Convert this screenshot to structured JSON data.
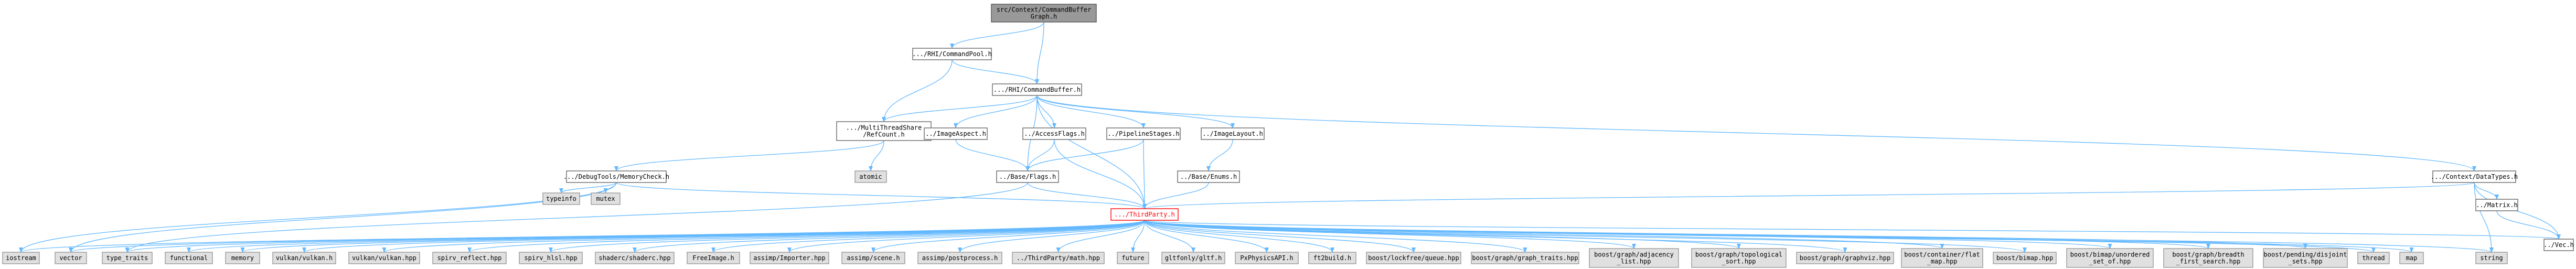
{
  "graph": {
    "root": "src/Context/CommandBuffer\nGraph.h",
    "nodes": {
      "root": {
        "label": "src/Context/CommandBuffer\nGraph.h",
        "style": "root"
      },
      "cmdpool": {
        "label": ".../RHI/CommandPool.h",
        "style": "doc"
      },
      "cmdbuffer": {
        "label": ".../RHI/CommandBuffer.h",
        "style": "doc"
      },
      "multithread": {
        "label": ".../MultiThreadShare\n/RefCount.h",
        "style": "doc"
      },
      "imageaspect": {
        "label": "../ImageAspect.h",
        "style": "doc"
      },
      "accessflags": {
        "label": "../AccessFlags.h",
        "style": "doc"
      },
      "pipelinestages": {
        "label": "../PipelineStages.h",
        "style": "doc"
      },
      "imagelayout": {
        "label": "../ImageLayout.h",
        "style": "doc"
      },
      "contextdatatypes": {
        "label": ".../Context/DataTypes.h",
        "style": "doc"
      },
      "memorycheck": {
        "label": ".../DebugTools/MemoryCheck.h",
        "style": "doc"
      },
      "atomic": {
        "label": "atomic",
        "style": "sys"
      },
      "baseflags": {
        "label": "../Base/Flags.h",
        "style": "doc"
      },
      "baseenum": {
        "label": "../Base/Enums.h",
        "style": "doc"
      },
      "matrix": {
        "label": "../Matrix.h",
        "style": "doc"
      },
      "typeinfo": {
        "label": "typeinfo",
        "style": "sys"
      },
      "mutex": {
        "label": "mutex",
        "style": "sys"
      },
      "thirdparty": {
        "label": ".../ThirdParty.h",
        "style": "highlight"
      },
      "vech": {
        "label": "../Vec.h",
        "style": "doc"
      },
      "iostream": {
        "label": "iostream",
        "style": "sys"
      },
      "vector": {
        "label": "vector",
        "style": "sys"
      },
      "type_traits": {
        "label": "type_traits",
        "style": "sys"
      },
      "functional": {
        "label": "functional",
        "style": "sys"
      },
      "memory": {
        "label": "memory",
        "style": "sys"
      },
      "vulkan_h": {
        "label": "vulkan/vulkan.h",
        "style": "sys"
      },
      "vulkan_hpp": {
        "label": "vulkan/vulkan.hpp",
        "style": "sys"
      },
      "spirv_reflect": {
        "label": "spirv_reflect.hpp",
        "style": "sys"
      },
      "spirv_hlsl": {
        "label": "spirv_hlsl.hpp",
        "style": "sys"
      },
      "shaderc": {
        "label": "shaderc/shaderc.hpp",
        "style": "sys"
      },
      "freeimage": {
        "label": "FreeImage.h",
        "style": "sys"
      },
      "assimp_importer": {
        "label": "assimp/Importer.hpp",
        "style": "sys"
      },
      "assimp_scene": {
        "label": "assimp/scene.h",
        "style": "sys"
      },
      "assimp_post": {
        "label": "assimp/postprocess.h",
        "style": "sys"
      },
      "thirdparty_math": {
        "label": "../ThirdParty/math.hpp",
        "style": "sys"
      },
      "future": {
        "label": "future",
        "style": "sys"
      },
      "pbrhyper": {
        "label": "gltfonly/gltf.h",
        "style": "sys"
      },
      "pxphysics": {
        "label": "PxPhysicsAPI.h",
        "style": "sys"
      },
      "ft2build": {
        "label": "ft2build.h",
        "style": "sys"
      },
      "lockfree": {
        "label": "boost/lockfree/queue.hpp",
        "style": "sys"
      },
      "graph_traits": {
        "label": "boost/graph/graph_traits.hpp",
        "style": "sys"
      },
      "adjacency": {
        "label": "boost/graph/adjacency\n_list.hpp",
        "style": "sys"
      },
      "topological": {
        "label": "boost/graph/topological\n_sort.hpp",
        "style": "sys"
      },
      "graphviz": {
        "label": "boost/graph/graphviz.hpp",
        "style": "sys"
      },
      "flatmap": {
        "label": "boost/container/flat\n_map.hpp",
        "style": "sys"
      },
      "bimap": {
        "label": "boost/bimap.hpp",
        "style": "sys"
      },
      "unordered_set_of": {
        "label": "boost/bimap/unordered\n_set_of.hpp",
        "style": "sys"
      },
      "bfs": {
        "label": "boost/graph/breadth\n_first_search.hpp",
        "style": "sys"
      },
      "disjoint": {
        "label": "boost/pending/disjoint\n_sets.hpp",
        "style": "sys"
      },
      "thread": {
        "label": "thread",
        "style": "sys"
      },
      "map": {
        "label": "map",
        "style": "sys"
      },
      "string": {
        "label": "string",
        "style": "sys"
      }
    },
    "edges": [
      [
        "root",
        "cmdpool"
      ],
      [
        "root",
        "cmdbuffer"
      ],
      [
        "cmdpool",
        "multithread"
      ],
      [
        "cmdpool",
        "cmdbuffer"
      ],
      [
        "cmdbuffer",
        "multithread"
      ],
      [
        "cmdbuffer",
        "imageaspect"
      ],
      [
        "cmdbuffer",
        "accessflags"
      ],
      [
        "cmdbuffer",
        "pipelinestages"
      ],
      [
        "cmdbuffer",
        "imagelayout"
      ],
      [
        "cmdbuffer",
        "contextdatatypes"
      ],
      [
        "cmdbuffer",
        "baseflags"
      ],
      [
        "cmdbuffer",
        "thirdparty"
      ],
      [
        "multithread",
        "memorycheck"
      ],
      [
        "multithread",
        "atomic"
      ],
      [
        "imageaspect",
        "baseflags"
      ],
      [
        "accessflags",
        "baseflags"
      ],
      [
        "accessflags",
        "thirdparty"
      ],
      [
        "pipelinestages",
        "baseflags"
      ],
      [
        "pipelinestages",
        "thirdparty"
      ],
      [
        "imagelayout",
        "baseenum"
      ],
      [
        "baseenum",
        "thirdparty"
      ],
      [
        "memorycheck",
        "typeinfo"
      ],
      [
        "memorycheck",
        "mutex"
      ],
      [
        "memorycheck",
        "thirdparty"
      ],
      [
        "memorycheck",
        "iostream"
      ],
      [
        "memorycheck",
        "vector"
      ],
      [
        "baseflags",
        "thirdparty"
      ],
      [
        "baseflags",
        "type_traits"
      ],
      [
        "contextdatatypes",
        "thirdparty"
      ],
      [
        "contextdatatypes",
        "matrix"
      ],
      [
        "contextdatatypes",
        "vech"
      ],
      [
        "contextdatatypes",
        "string"
      ],
      [
        "matrix",
        "vech"
      ],
      [
        "thirdparty",
        "iostream"
      ],
      [
        "thirdparty",
        "vector"
      ],
      [
        "thirdparty",
        "type_traits"
      ],
      [
        "thirdparty",
        "functional"
      ],
      [
        "thirdparty",
        "memory"
      ],
      [
        "thirdparty",
        "vulkan_h"
      ],
      [
        "thirdparty",
        "vulkan_hpp"
      ],
      [
        "thirdparty",
        "spirv_reflect"
      ],
      [
        "thirdparty",
        "spirv_hlsl"
      ],
      [
        "thirdparty",
        "shaderc"
      ],
      [
        "thirdparty",
        "freeimage"
      ],
      [
        "thirdparty",
        "assimp_importer"
      ],
      [
        "thirdparty",
        "assimp_scene"
      ],
      [
        "thirdparty",
        "assimp_post"
      ],
      [
        "thirdparty",
        "thirdparty_math"
      ],
      [
        "thirdparty",
        "future"
      ],
      [
        "thirdparty",
        "pbrhyper"
      ],
      [
        "thirdparty",
        "pxphysics"
      ],
      [
        "thirdparty",
        "ft2build"
      ],
      [
        "thirdparty",
        "lockfree"
      ],
      [
        "thirdparty",
        "graph_traits"
      ],
      [
        "thirdparty",
        "adjacency"
      ],
      [
        "thirdparty",
        "topological"
      ],
      [
        "thirdparty",
        "graphviz"
      ],
      [
        "thirdparty",
        "flatmap"
      ],
      [
        "thirdparty",
        "bimap"
      ],
      [
        "thirdparty",
        "unordered_set_of"
      ],
      [
        "thirdparty",
        "bfs"
      ],
      [
        "thirdparty",
        "disjoint"
      ],
      [
        "thirdparty",
        "thread"
      ],
      [
        "thirdparty",
        "map"
      ],
      [
        "thirdparty",
        "string"
      ],
      [
        "thirdparty",
        "vech"
      ]
    ]
  },
  "colors": {
    "edge": "#63b8ff",
    "root_fill": "#999999",
    "system_fill": "#e0e0e0",
    "highlight_border": "#ff0000"
  }
}
